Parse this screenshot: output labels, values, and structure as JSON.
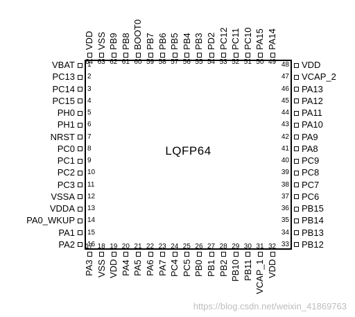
{
  "package": {
    "label": "LQFP64"
  },
  "pins": {
    "left": [
      {
        "num": "1",
        "name": "VBAT"
      },
      {
        "num": "2",
        "name": "PC13"
      },
      {
        "num": "3",
        "name": "PC14"
      },
      {
        "num": "4",
        "name": "PC15"
      },
      {
        "num": "5",
        "name": "PH0"
      },
      {
        "num": "6",
        "name": "PH1"
      },
      {
        "num": "7",
        "name": "NRST"
      },
      {
        "num": "8",
        "name": "PC0"
      },
      {
        "num": "9",
        "name": "PC1"
      },
      {
        "num": "10",
        "name": "PC2"
      },
      {
        "num": "11",
        "name": "PC3"
      },
      {
        "num": "12",
        "name": "VSSA"
      },
      {
        "num": "13",
        "name": "VDDA"
      },
      {
        "num": "14",
        "name": "PA0_WKUP"
      },
      {
        "num": "15",
        "name": "PA1"
      },
      {
        "num": "16",
        "name": "PA2"
      }
    ],
    "bottom": [
      {
        "num": "17",
        "name": "PA3"
      },
      {
        "num": "18",
        "name": "VSS"
      },
      {
        "num": "19",
        "name": "VDD"
      },
      {
        "num": "20",
        "name": "PA4"
      },
      {
        "num": "21",
        "name": "PA5"
      },
      {
        "num": "22",
        "name": "PA6"
      },
      {
        "num": "23",
        "name": "PA7"
      },
      {
        "num": "24",
        "name": "PC4"
      },
      {
        "num": "25",
        "name": "PC5"
      },
      {
        "num": "26",
        "name": "PB0"
      },
      {
        "num": "27",
        "name": "PB1"
      },
      {
        "num": "28",
        "name": "PB2"
      },
      {
        "num": "29",
        "name": "PB10"
      },
      {
        "num": "30",
        "name": "PB11"
      },
      {
        "num": "31",
        "name": "VCAP_1"
      },
      {
        "num": "32",
        "name": "VDD"
      }
    ],
    "right": [
      {
        "num": "48",
        "name": "VDD"
      },
      {
        "num": "47",
        "name": "VCAP_2"
      },
      {
        "num": "46",
        "name": "PA13"
      },
      {
        "num": "45",
        "name": "PA12"
      },
      {
        "num": "44",
        "name": "PA11"
      },
      {
        "num": "43",
        "name": "PA10"
      },
      {
        "num": "42",
        "name": "PA9"
      },
      {
        "num": "41",
        "name": "PA8"
      },
      {
        "num": "40",
        "name": "PC9"
      },
      {
        "num": "39",
        "name": "PC8"
      },
      {
        "num": "38",
        "name": "PC7"
      },
      {
        "num": "37",
        "name": "PC6"
      },
      {
        "num": "36",
        "name": "PB15"
      },
      {
        "num": "35",
        "name": "PB14"
      },
      {
        "num": "34",
        "name": "PB13"
      },
      {
        "num": "33",
        "name": "PB12"
      }
    ],
    "top": [
      {
        "num": "64",
        "name": "VDD"
      },
      {
        "num": "63",
        "name": "VSS"
      },
      {
        "num": "62",
        "name": "PB9"
      },
      {
        "num": "61",
        "name": "PB8"
      },
      {
        "num": "60",
        "name": "BOOT0"
      },
      {
        "num": "59",
        "name": "PB7"
      },
      {
        "num": "58",
        "name": "PB6"
      },
      {
        "num": "57",
        "name": "PB5"
      },
      {
        "num": "56",
        "name": "PB4"
      },
      {
        "num": "55",
        "name": "PB3"
      },
      {
        "num": "54",
        "name": "PD2"
      },
      {
        "num": "53",
        "name": "PC12"
      },
      {
        "num": "52",
        "name": "PC11"
      },
      {
        "num": "51",
        "name": "PC10"
      },
      {
        "num": "50",
        "name": "PA15"
      },
      {
        "num": "49",
        "name": "PA14"
      }
    ]
  },
  "watermark": "https://blog.csdn.net/weixin_41869763"
}
